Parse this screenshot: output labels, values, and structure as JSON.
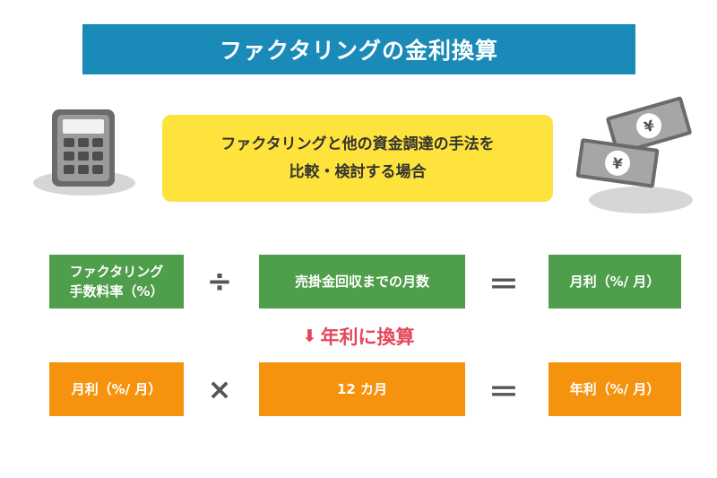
{
  "title": "ファクタリングの金利換算",
  "intro": {
    "line1": "ファクタリングと他の資金調達の手法を",
    "line2": "比較・検討する場合"
  },
  "formula1": {
    "left_line1": "ファクタリング",
    "left_line2": "手数料率（%）",
    "operator": "÷",
    "middle": "売掛金回収までの月数",
    "equals": "＝",
    "result": "月利（%/ 月）"
  },
  "conversion": {
    "arrow": "⬇",
    "label": "年利に換算"
  },
  "formula2": {
    "left": "月利（%/ 月）",
    "operator": "×",
    "middle": "12 カ月",
    "equals": "＝",
    "result": "年利（%/ 月）"
  },
  "icons": {
    "calculator": "calculator-icon",
    "banknotes": "yen-banknotes-icon",
    "yen_symbol": "¥"
  },
  "colors": {
    "title_bg": "#1a8bb8",
    "intro_bg": "#fde33b",
    "green": "#4f9e4b",
    "orange": "#f6930e",
    "accent_red": "#e5465a"
  }
}
